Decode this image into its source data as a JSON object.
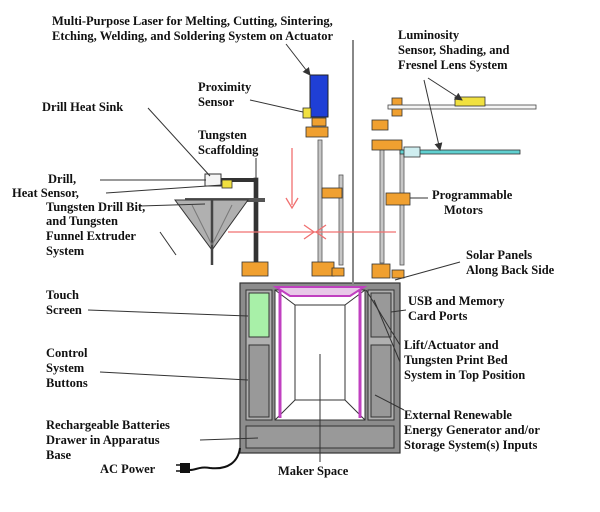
{
  "colors": {
    "laser_body": "#1f3fd6",
    "motor": "#f0a030",
    "rail": "#c7c7c7",
    "frame": "#8c8c8c",
    "panel": "#b0b0b0",
    "screen": "#a8f0a8",
    "print_bed": "#c040c0",
    "sensor_yellow": "#f0e040",
    "lens_cyan": "#60d0d0",
    "laser_beam": "#f07070"
  },
  "labels": {
    "laser": [
      "Multi-Purpose Laser for Melting, Cutting, Sintering,",
      "Etching, Welding, and Soldering System on Actuator"
    ],
    "luminosity": [
      "Luminosity",
      "Sensor, Shading, and",
      "Fresnel Lens System"
    ],
    "proximity": [
      "Proximity",
      "Sensor"
    ],
    "drill_heat_sink": [
      "Drill Heat Sink"
    ],
    "tungsten_scaffolding": [
      "Tungsten",
      "Scaffolding"
    ],
    "drill": [
      "Drill,"
    ],
    "heat_sensor": [
      "Heat Sensor,"
    ],
    "tungsten_drill_bit": [
      "Tungsten Drill Bit,"
    ],
    "funnel": [
      "and Tungsten",
      "Funnel Extruder",
      "System"
    ],
    "motors": [
      "Programmable",
      "Motors"
    ],
    "solar": [
      "Solar Panels",
      "Along Back Side"
    ],
    "touch_screen": [
      "Touch",
      "Screen"
    ],
    "usb": [
      "USB and Memory",
      "Card Ports"
    ],
    "lift": [
      "Lift/Actuator and",
      "Tungsten Print Bed",
      "System in Top Position"
    ],
    "control": [
      "Control",
      "System",
      "Buttons"
    ],
    "renewable": [
      "External Renewable",
      "Energy Generator and/or",
      "Storage System(s) Inputs"
    ],
    "batteries": [
      "Rechargeable Batteries",
      "Drawer in Apparatus",
      "Base"
    ],
    "ac_power": [
      "AC Power"
    ],
    "maker_space": [
      "Maker Space"
    ]
  }
}
